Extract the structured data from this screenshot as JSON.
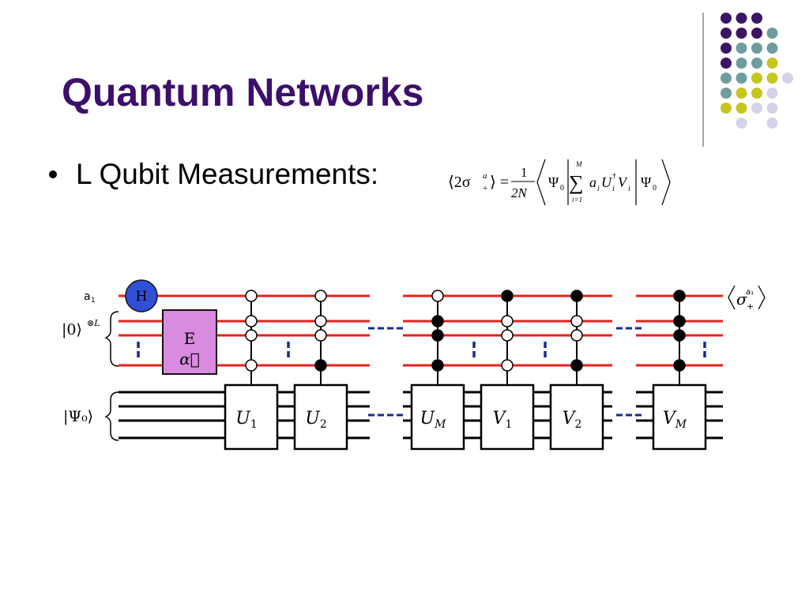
{
  "slide": {
    "title": "Quantum Networks",
    "bullet": "L Qubit Measurements:"
  },
  "formula": {
    "lhs": "⟨2σ",
    "lhs_sup": "a",
    "lhs_sub": "+",
    "lhs_close": "⟩ =",
    "frac_num": "1",
    "frac_den": "2N",
    "psi_left": "Ψ",
    "psi_left_sub": "0",
    "sum_top": "M",
    "sum_bottom": "i=1",
    "sum_symbol": "∑",
    "term_a": "a",
    "term_a_sub": "i",
    "term_U": "U",
    "term_U_sup": "†",
    "term_U_sub": "i",
    "term_V": "V",
    "term_V_sub": "i",
    "psi_right": "Ψ",
    "psi_right_sub": "0"
  },
  "circuit": {
    "label_a1": "a",
    "label_a1_sub": "1",
    "label_ket0": "|0⟩",
    "label_ket0_sup": "⊗L",
    "label_psi0": "|Ψ₀⟩",
    "hadamard": "H",
    "entangler_line1": "E",
    "entangler_line2": "α⃗",
    "output_label": "⟨σ",
    "output_sup": "a₁",
    "output_sub": "+",
    "output_close": "⟩",
    "gates": [
      {
        "name": "U",
        "sub": "1"
      },
      {
        "name": "U",
        "sub": "2"
      },
      {
        "name": "U",
        "sub": "M"
      },
      {
        "name": "V",
        "sub": "1"
      },
      {
        "name": "V",
        "sub": "2"
      },
      {
        "name": "V",
        "sub": "M"
      }
    ],
    "controls": [
      [
        "open",
        "open",
        "open",
        "open"
      ],
      [
        "open",
        "open",
        "open",
        "filled"
      ],
      [
        "open",
        "filled",
        "filled",
        "filled"
      ],
      [
        "filled",
        "open",
        "open",
        "open"
      ],
      [
        "filled",
        "open",
        "open",
        "filled"
      ],
      [
        "filled",
        "filled",
        "filled",
        "filled"
      ]
    ]
  },
  "colors": {
    "title": "#3b0f6b",
    "wire_red": "#e8201c",
    "hadamard_blue": "#2f4fd6",
    "entangler_pink": "#d98be0",
    "dash_navy": "#1a2a8a",
    "deco_purple": "#3b1466",
    "deco_teal": "#6f9c9e",
    "deco_yellow": "#c6c521",
    "deco_lavender": "#d4d3e8"
  }
}
